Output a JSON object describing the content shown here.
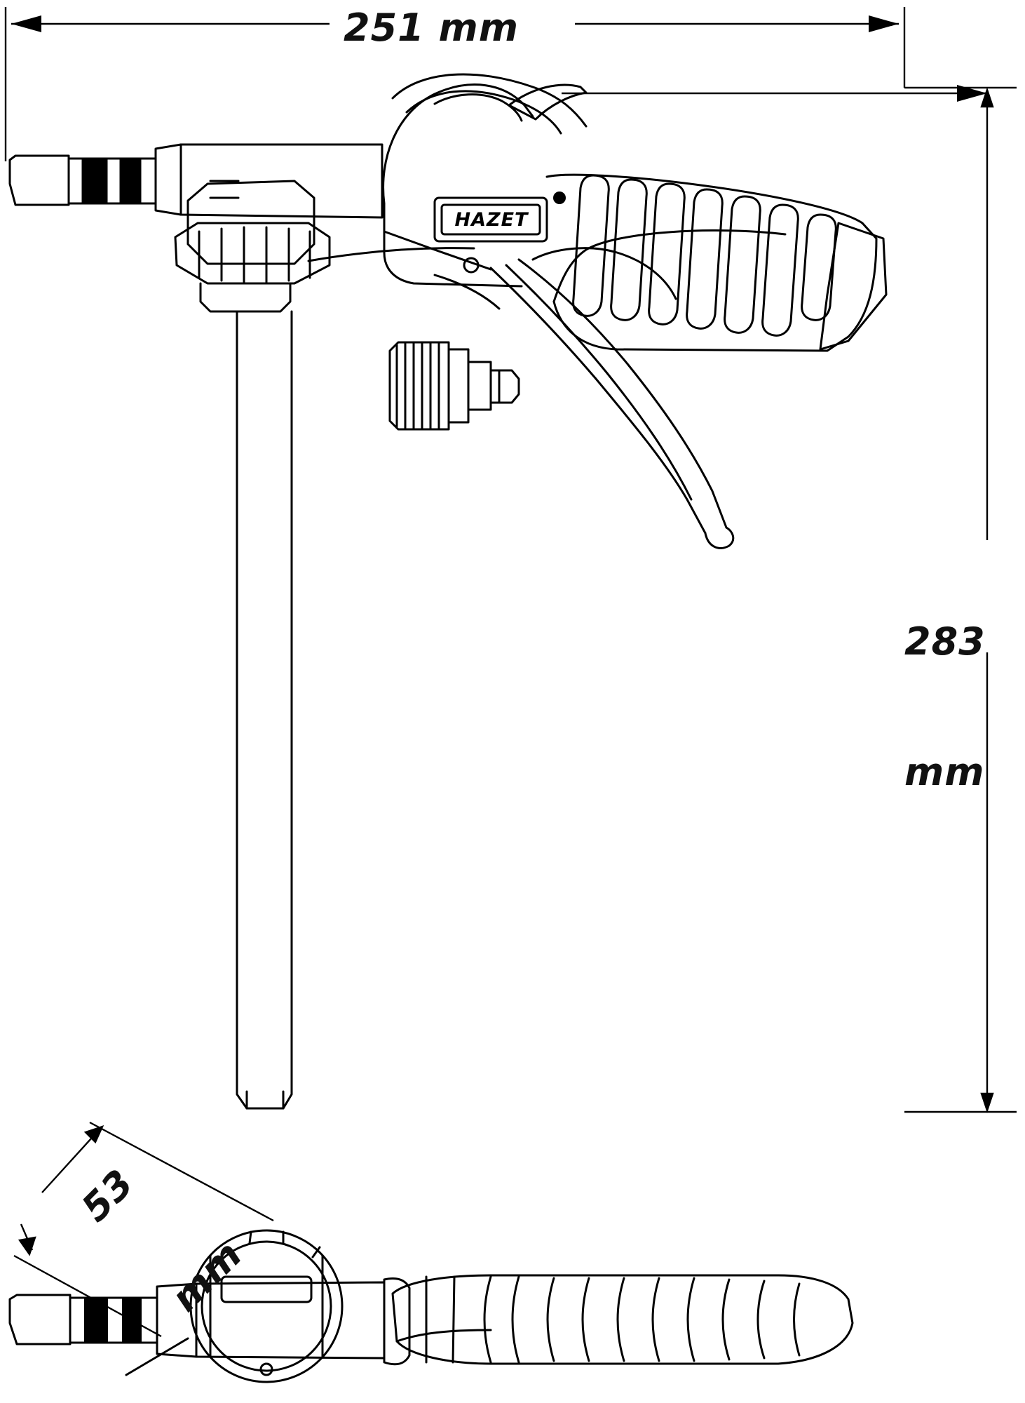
{
  "drawing": {
    "title": "HAZET air blow gun technical dimension drawing",
    "brand_logo_text": "HAZET",
    "line_color": "#000000",
    "background_color": "#ffffff",
    "dimensions": {
      "width": {
        "value": "251 mm",
        "orientation": "horizontal-top"
      },
      "height": {
        "line1": "283",
        "line2": "mm",
        "orientation": "vertical-right"
      },
      "depth": {
        "line1": "53",
        "line2": "mm",
        "orientation": "diagonal-lower-left"
      }
    },
    "views": [
      {
        "name": "side-view",
        "label": ""
      },
      {
        "name": "top-view",
        "label": ""
      }
    ]
  }
}
